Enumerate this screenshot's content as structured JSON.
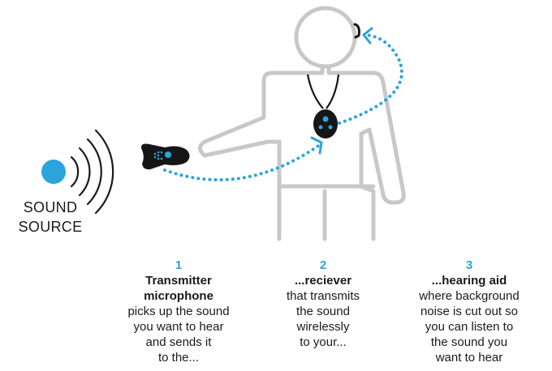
{
  "source": {
    "label_lines": [
      "SOUND",
      "SOURCE"
    ]
  },
  "steps": [
    {
      "number": "1",
      "title_lines": [
        "Transmitter",
        "microphone"
      ],
      "desc_lines": [
        "picks up the sound",
        "you want to hear",
        "and sends it",
        "to the..."
      ]
    },
    {
      "number": "2",
      "title_lines": [
        "...reciever"
      ],
      "desc_lines": [
        "that transmits",
        "the sound",
        "wirelessly",
        "to your..."
      ]
    },
    {
      "number": "3",
      "title_lines": [
        "...hearing aid"
      ],
      "desc_lines": [
        "where background",
        "noise is cut out so",
        "you can listen to",
        "the sound you",
        "want to hear"
      ]
    }
  ],
  "colors": {
    "accent": "#2ba4de",
    "outline": "#c8c8c8",
    "device": "#161616",
    "text": "#1a1a1a"
  }
}
